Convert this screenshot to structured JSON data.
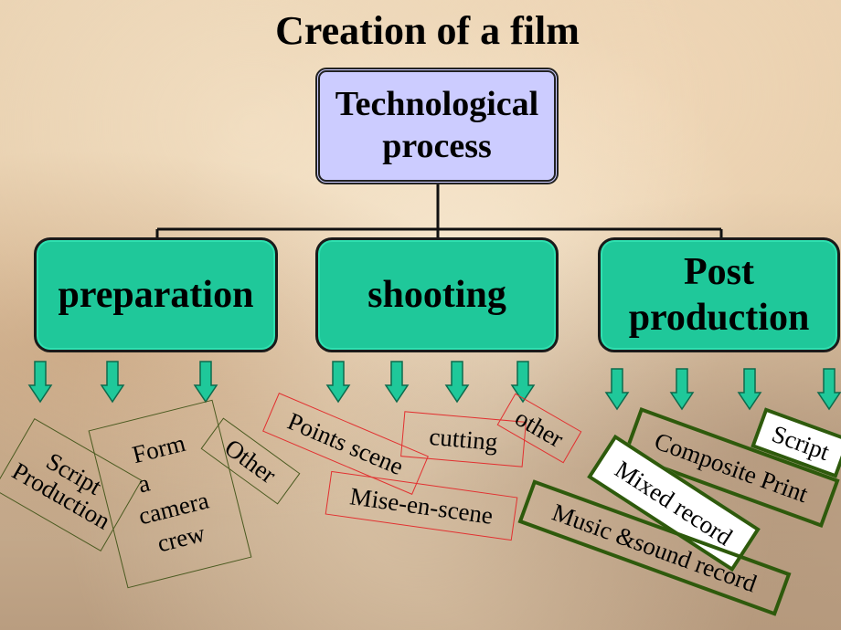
{
  "title": "Creation of a film",
  "root": {
    "line1": "Technological",
    "line2": "process"
  },
  "stages": [
    {
      "label": "preparation"
    },
    {
      "line1": "Post",
      "line2": "production"
    },
    {
      "label": "shooting"
    }
  ],
  "preparation_tags": {
    "script_production": {
      "line1": "Script",
      "line2": "Production"
    },
    "form_crew": {
      "line1": "Form",
      "line2": "a",
      "line3": "camera",
      "line4": "crew"
    },
    "other": "Other"
  },
  "shooting_tags": {
    "points_scene": "Points scene",
    "cutting": "cutting",
    "other": "other",
    "mise_en_scene": "Mise-en-scene"
  },
  "post_tags": {
    "composite_print": "Composite Print",
    "script": "Script",
    "mixed_record": "Mixed record",
    "music_sound": "Music &sound record"
  },
  "colors": {
    "root_fill": "#ccccff",
    "stage_fill": "#1fc89a",
    "arrow_fill": "#1fc89a",
    "red_outline": "#e23030",
    "green_outline": "#2e5a0c"
  },
  "icons": [
    "down-arrow-icon"
  ]
}
